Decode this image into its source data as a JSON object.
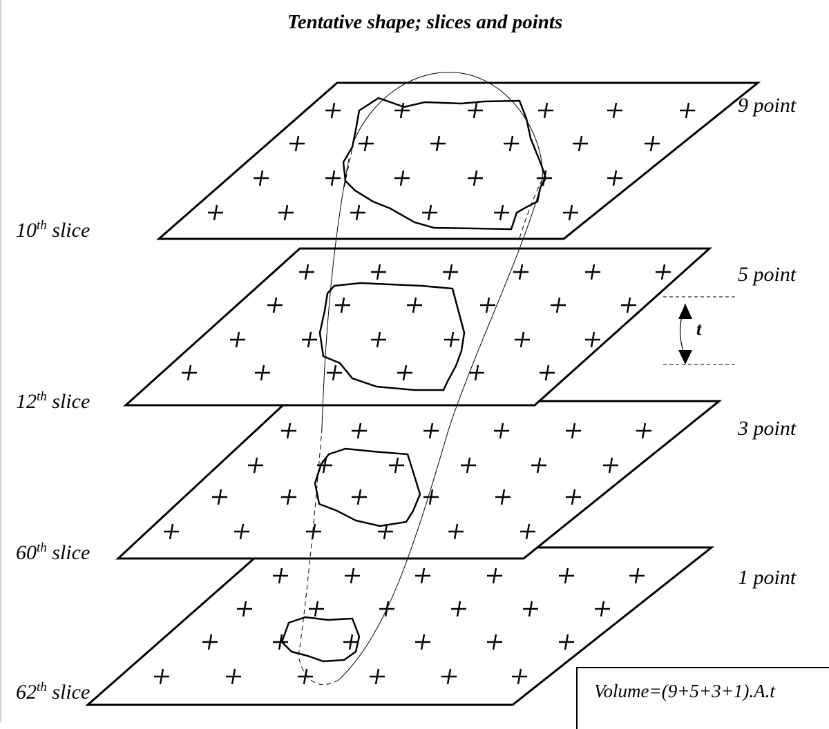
{
  "title": "Tentative shape; slices and points",
  "slices": [
    {
      "ordinal": "10",
      "suffix": "th",
      "word": "slice",
      "points_label": "9 point"
    },
    {
      "ordinal": "12",
      "suffix": "th",
      "word": "slice",
      "points_label": "5 point"
    },
    {
      "ordinal": "60",
      "suffix": "th",
      "word": "slice",
      "points_label": "3 point"
    },
    {
      "ordinal": "62",
      "suffix": "th",
      "word": "slice",
      "points_label": "1 point"
    }
  ],
  "thickness_label": "t",
  "formula": "Volume=(9+5+3+1).A.t",
  "colors": {
    "line": "#000000",
    "background": "#ffffff"
  }
}
